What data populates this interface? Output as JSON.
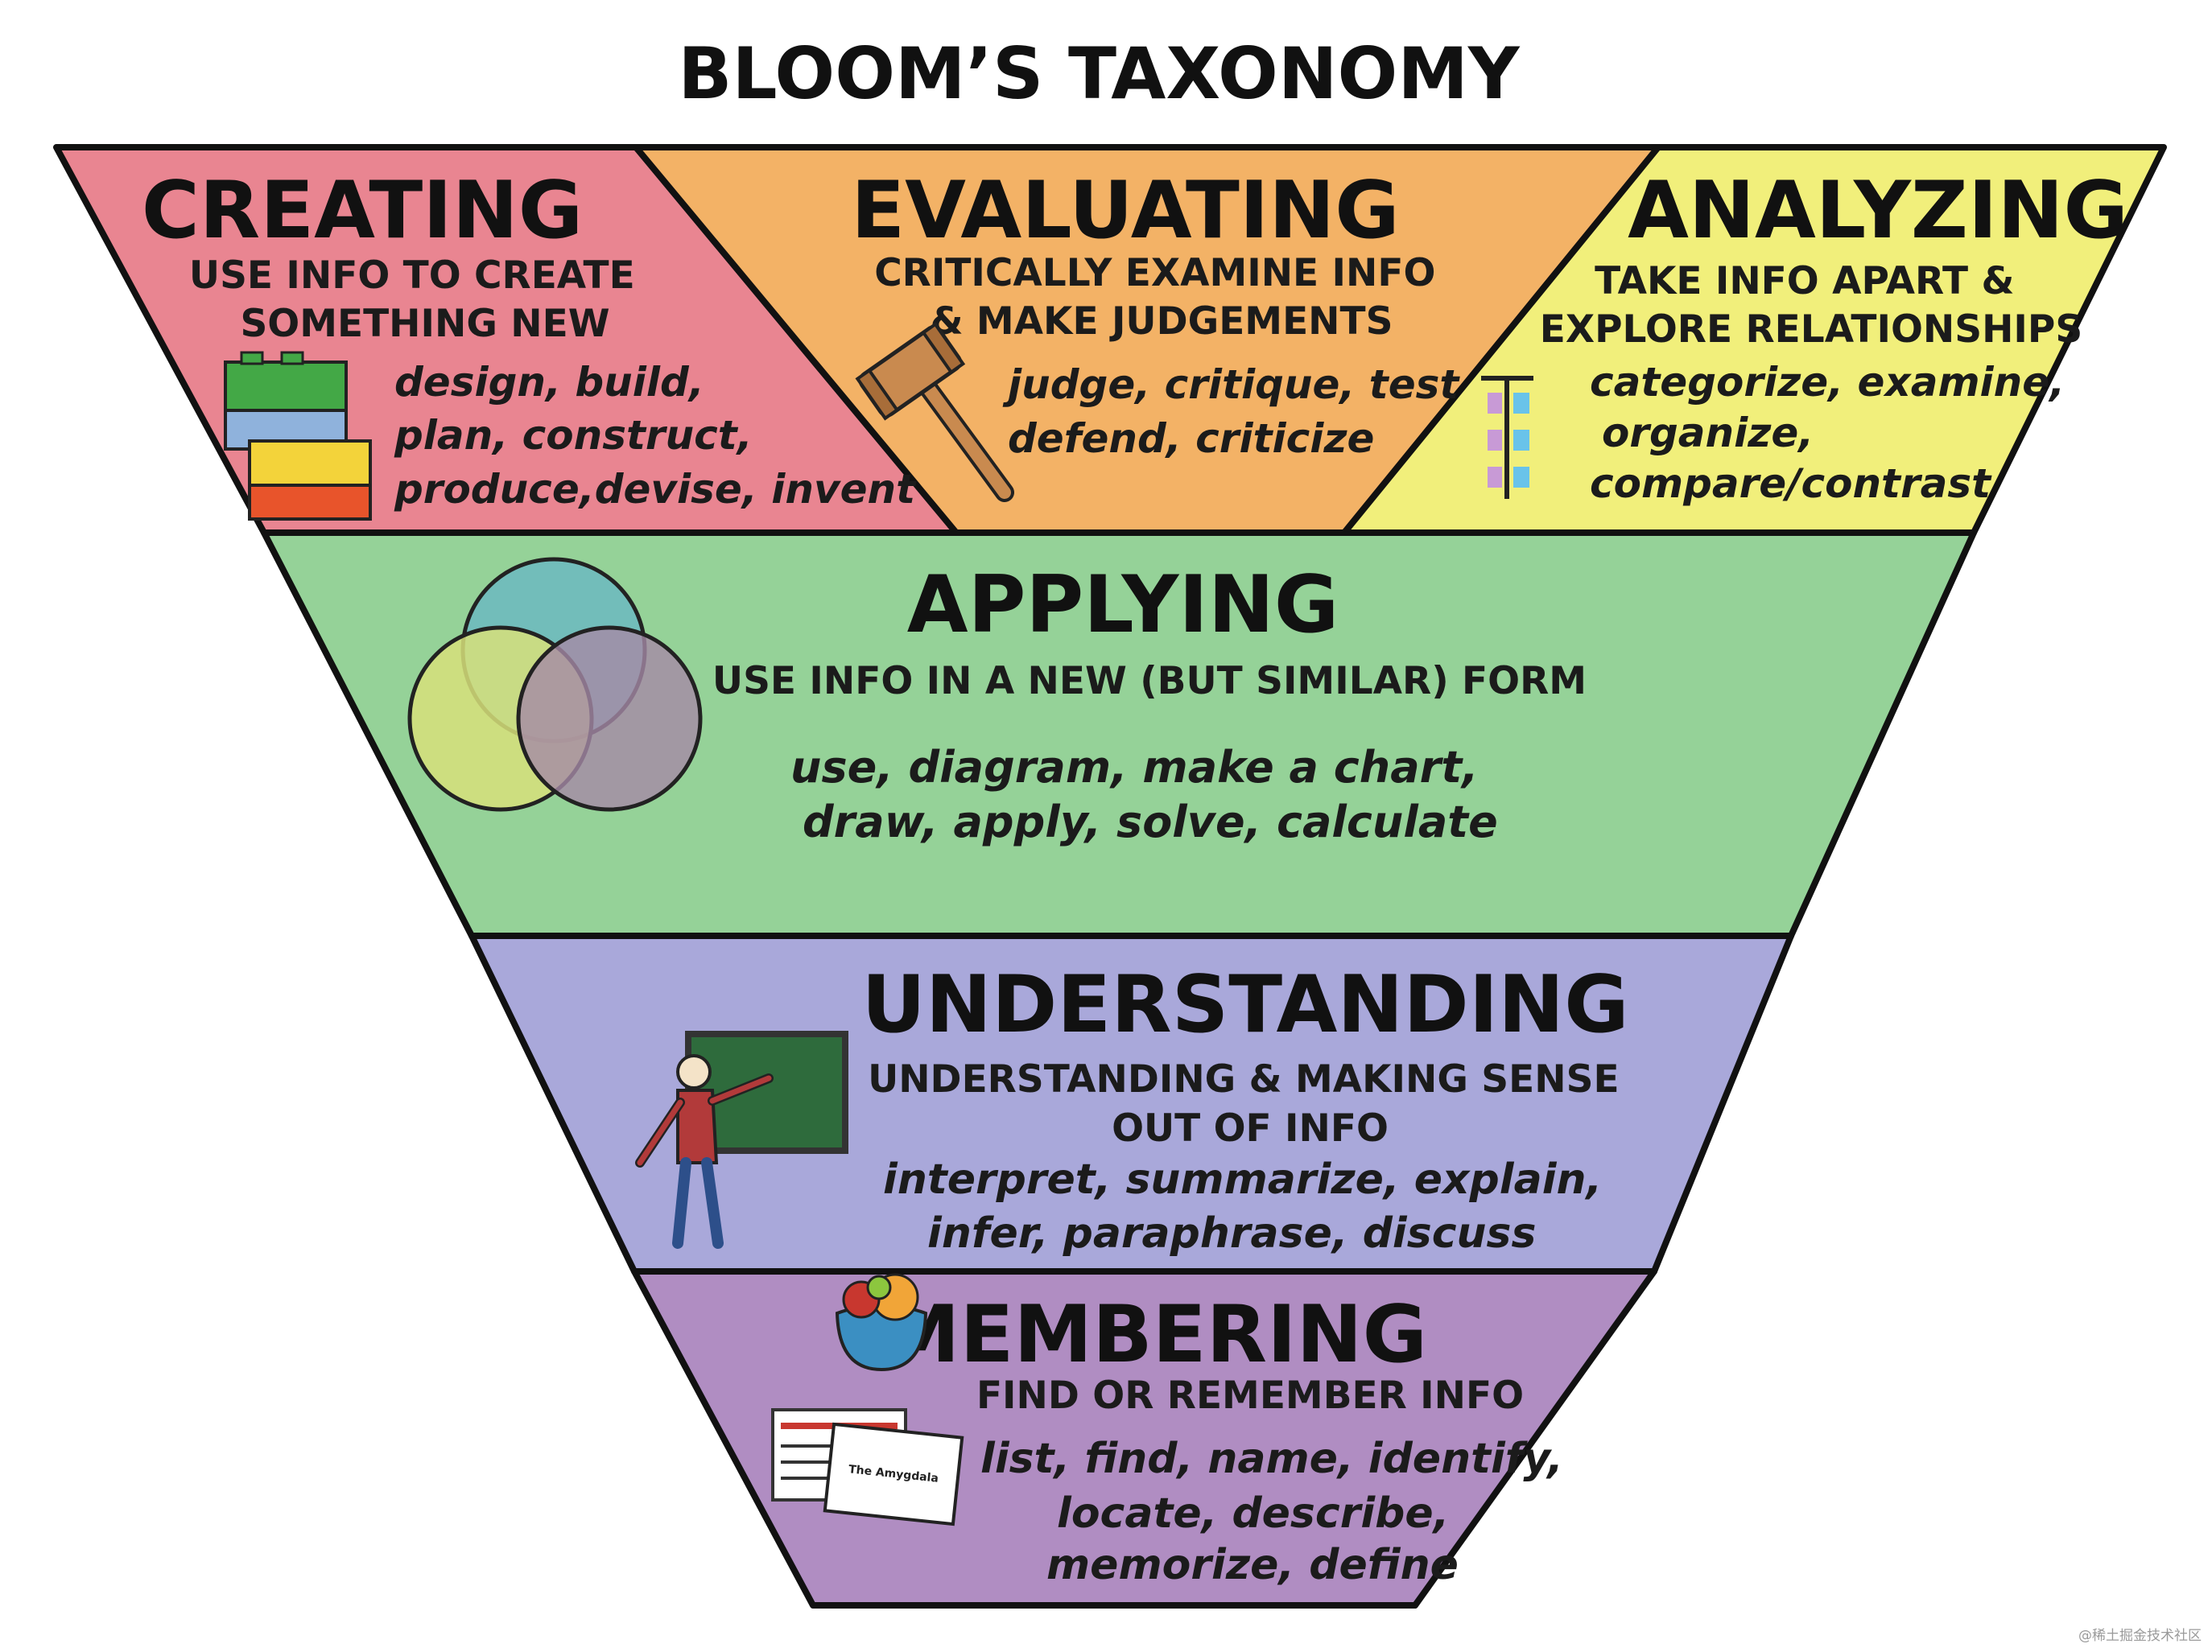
{
  "title": "BLOOM’S TAXONOMY",
  "colors": {
    "creating": "#e98591",
    "evaluating": "#f3b266",
    "analyzing": "#f1ef7b",
    "applying": "#95d298",
    "understanding": "#a9a8da",
    "remembering": "#b08dc2",
    "outline": "#111111"
  },
  "levels": {
    "creating": {
      "heading": "CREATING",
      "description": [
        "USE INFO TO CREATE",
        "SOMETHING NEW"
      ],
      "verbs": [
        "design, build,",
        "plan, construct,",
        "produce,devise, invent"
      ],
      "icon": "lego-bricks-icon"
    },
    "evaluating": {
      "heading": "EVALUATING",
      "description": [
        "CRITICALLY EXAMINE INFO",
        "& MAKE JUDGEMENTS"
      ],
      "verbs": [
        "judge, critique, test",
        "defend, criticize"
      ],
      "icon": "gavel-icon"
    },
    "analyzing": {
      "heading": "ANALYZING",
      "description": [
        "TAKE INFO APART &",
        "EXPLORE RELATIONSHIPS"
      ],
      "verbs": [
        "categorize, examine,",
        "organize,",
        "compare/contrast"
      ],
      "icon": "t-chart-icon"
    },
    "applying": {
      "heading": "APPLYING",
      "description": [
        "USE INFO IN A NEW (BUT SIMILAR) FORM"
      ],
      "verbs": [
        "use, diagram, make a chart,",
        "draw, apply, solve, calculate"
      ],
      "icon": "venn-diagram-icon"
    },
    "understanding": {
      "heading": "UNDERSTANDING",
      "description": [
        "UNDERSTANDING & MAKING SENSE",
        "OUT OF INFO"
      ],
      "verbs": [
        "interpret, summarize, explain,",
        "infer, paraphrase, discuss"
      ],
      "icon": "teacher-chalkboard-icon"
    },
    "remembering": {
      "heading": "MEMBERING",
      "description": [
        "FIND OR REMEMBER INFO"
      ],
      "verbs": [
        "list, find, name, identify,",
        "locate, describe,",
        "memorize, define"
      ],
      "icon": "flashcards-icon",
      "overlay_icon": "fruit-bowl-icon",
      "card_text": "The Amygdala"
    }
  },
  "watermark": "@稀土掘金技术社区"
}
